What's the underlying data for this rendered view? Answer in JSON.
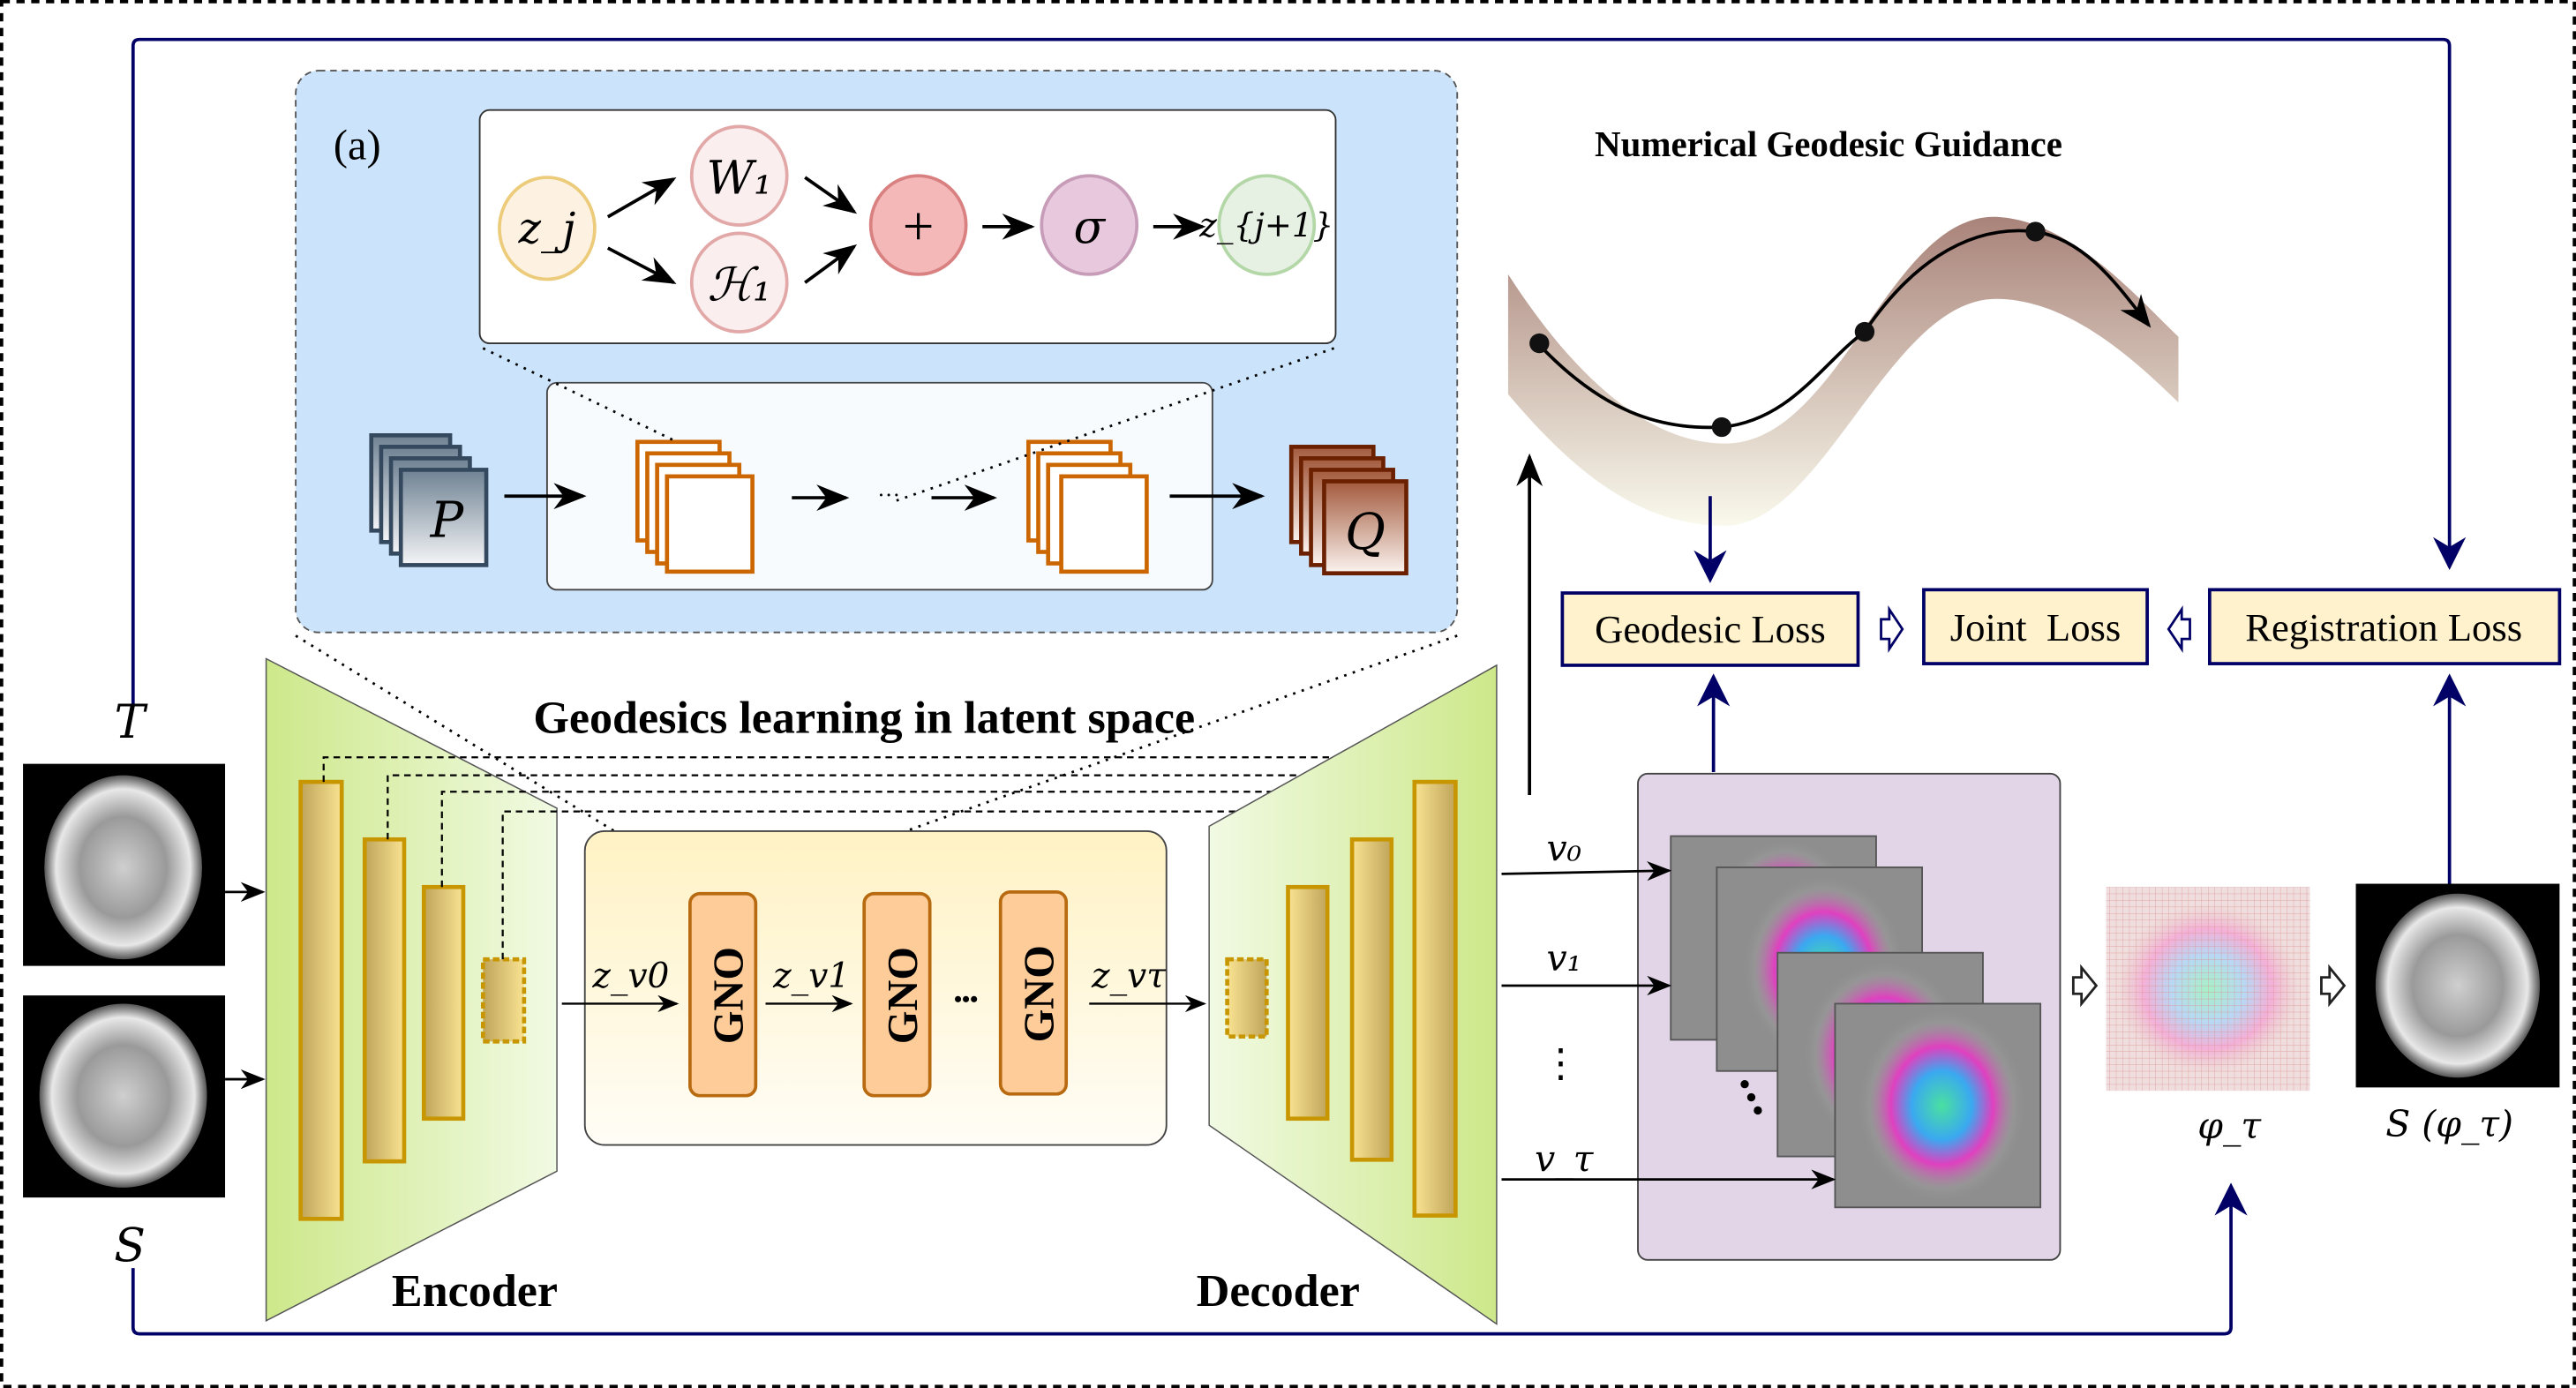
{
  "figure": {
    "panel_label": "(a)",
    "geodesics_title": "Geodesics learning in latent space",
    "guidance_title": "Numerical Geodesic Guidance",
    "encoder_label": "Encoder",
    "decoder_label": "Decoder",
    "inputs": {
      "target": "T",
      "source": "S"
    },
    "inset_top": {
      "input_node": "z_j",
      "branch_nodes": [
        "W₁",
        "ℋ₁"
      ],
      "sum_node": "+",
      "activation_node": "σ",
      "output_node": "z_{j+1}"
    },
    "inset_bottom": {
      "input": "P",
      "output": "Q",
      "ellipsis": "···"
    },
    "latent_chain": {
      "labels": [
        "z_v0",
        "z_v1",
        "z_vτ"
      ],
      "blocks": [
        "GNO",
        "GNO",
        "GNO"
      ],
      "ellipsis": "•••"
    },
    "velocity_labels": [
      "v₀",
      "v₁",
      "⋮",
      "v_τ"
    ],
    "losses": {
      "geodesic": "Geodesic Loss",
      "joint": "Joint  Loss",
      "registration": "Registration Loss"
    },
    "deformation_label": "φ_τ",
    "warped_label": "S (φ_τ)",
    "colors": {
      "navy": "#000066",
      "inset_bg": "#cce4fb",
      "encoder_green": "#cfe98e",
      "feature_bar": "#c89600",
      "gno_fill": "#fecc99",
      "gno_stroke": "#b86a10",
      "loss_fill": "#fff2cc",
      "velocity_panel": "#e1d5e7",
      "orange_stack": "#cc6600",
      "q_stack": "#6b2000",
      "p_stack": "#34495e"
    }
  }
}
